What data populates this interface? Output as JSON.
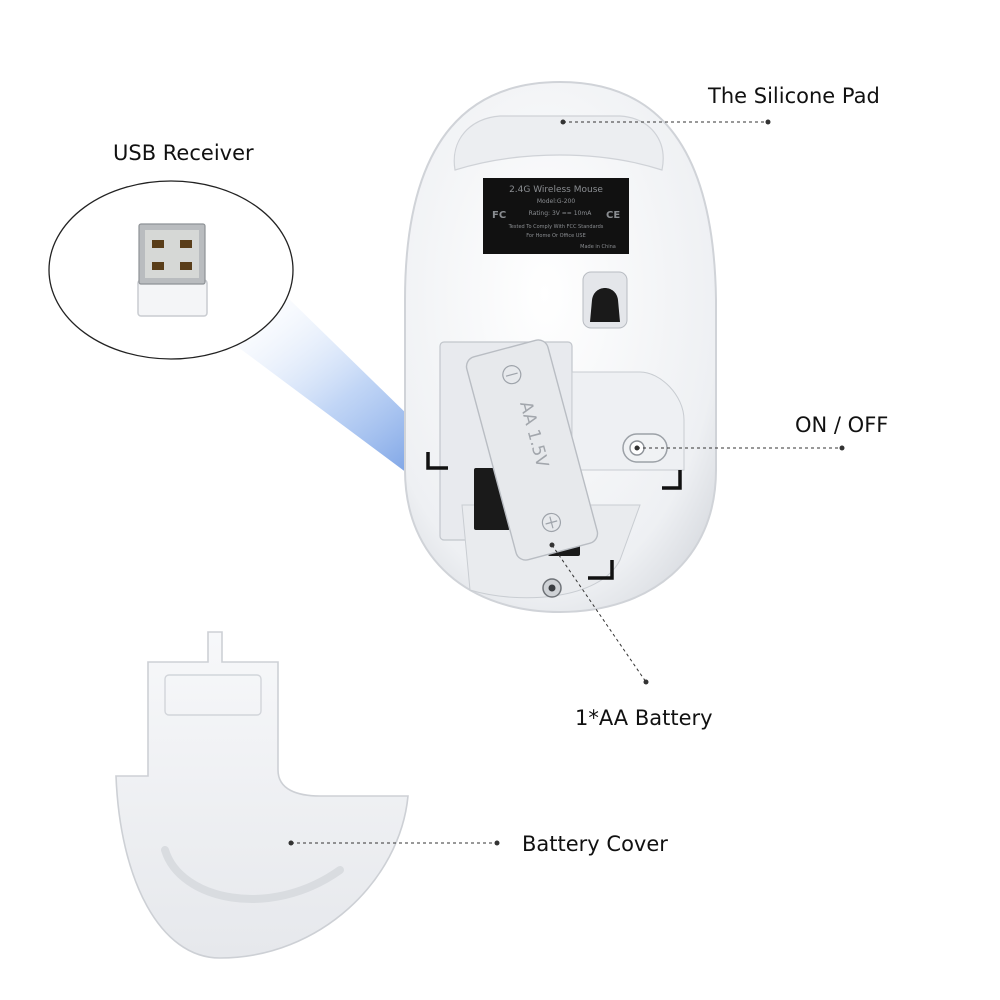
{
  "labels": {
    "usb_receiver": "USB Receiver",
    "silicone_pad": "The Silicone Pad",
    "on_off": "ON / OFF",
    "battery": "1*AA Battery",
    "battery_cover": "Battery Cover"
  },
  "sticker": {
    "line1": "2.4G Wireless Mouse",
    "line2": "Model:G-200",
    "line3": "Rating: 3V == 10mA",
    "line4": "Tested To Comply With FCC Standards",
    "line5": "For Home Or Office USE",
    "line6": "Made in China"
  },
  "battery_print": "AA 1.5V",
  "colors": {
    "background": "#ffffff",
    "mouse_body": "#f2f3f5",
    "beam": "#2f6fd6",
    "sticker": "#111111",
    "leader_line": "#333333"
  }
}
